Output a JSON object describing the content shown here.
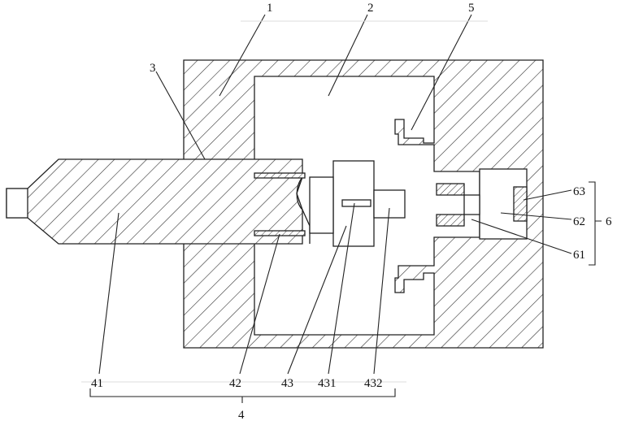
{
  "figure": {
    "callouts": {
      "n1": "1",
      "n2": "2",
      "n3": "3",
      "n4": "4",
      "n5": "5",
      "n6": "6",
      "n41": "41",
      "n42": "42",
      "n43": "43",
      "n431": "431",
      "n432": "432",
      "n61": "61",
      "n62": "62",
      "n63": "63"
    },
    "colors": {
      "line": "#222222",
      "background": "#ffffff"
    }
  }
}
